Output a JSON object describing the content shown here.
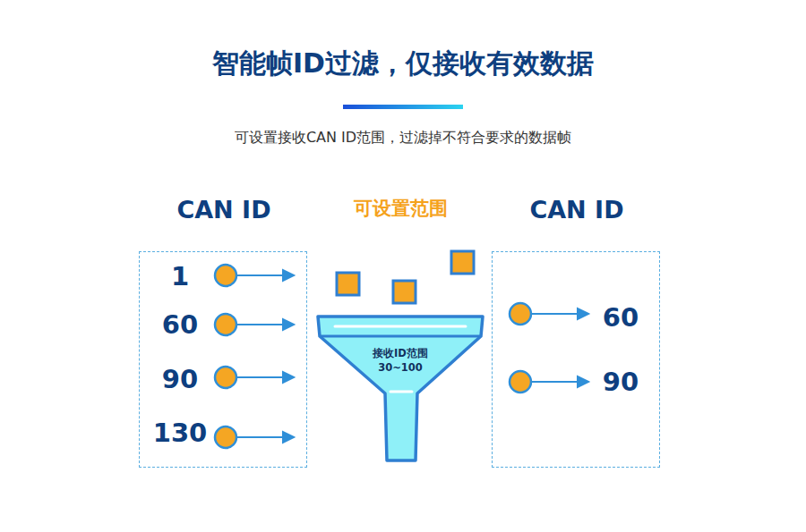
{
  "diagram": {
    "title": "智能帧ID过滤，仅接收有效数据",
    "caption": "可设置接收CAN ID范围，过滤掉不符合要求的数据帧",
    "nodes": [
      {
        "text": [
          "CAN ID"
        ]
      },
      {
        "text": [
          "可设置范围",
          "接收ID范围",
          "30~100"
        ]
      },
      {
        "text": [
          "CAN ID"
        ]
      }
    ],
    "labels": [
      "1",
      "60",
      "90",
      "130",
      "60",
      "90"
    ]
  }
}
